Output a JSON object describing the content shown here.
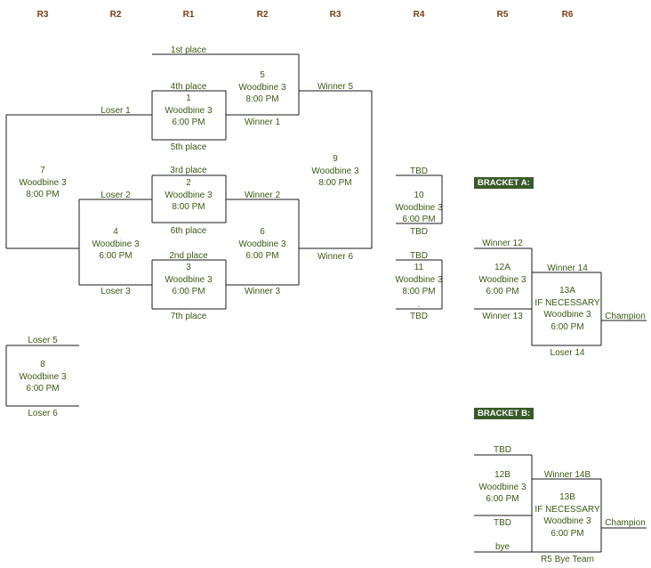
{
  "round_headers": [
    "R3",
    "R2",
    "R1",
    "R2",
    "R3",
    "R4",
    "R5",
    "R6"
  ],
  "labels": {
    "place_1st": "1st place",
    "place_4th": "4th place",
    "place_5th": "5th place",
    "place_3rd": "3rd place",
    "place_6th": "6th place",
    "place_2nd": "2nd place",
    "place_7th": "7th place",
    "loser_1": "Loser 1",
    "loser_2": "Loser 2",
    "loser_3": "Loser 3",
    "loser_5": "Loser 5",
    "loser_6": "Loser 6",
    "winner_1": "Winner 1",
    "winner_2": "Winner 2",
    "winner_3": "Winner 3",
    "winner_5": "Winner 5",
    "winner_6": "Winner 6",
    "tbd_10_top": "TBD",
    "tbd_10_bottom": "TBD",
    "tbd_11_top": "TBD",
    "dot_11": ".",
    "tbd_11_bottom": "TBD",
    "winner_12": "Winner 12",
    "winner_13": "Winner 13",
    "winner_14": "Winner 14",
    "loser_14": "Loser 14",
    "champion_a": "Champion",
    "tbd_12b_top": "TBD",
    "tbd_12b_bottom": "TBD",
    "winner_14b": "Winner 14B",
    "bye": "bye",
    "r5_bye_team": "R5 Bye Team",
    "champion_b": "Champion"
  },
  "brackets": {
    "a": "BRACKET A:",
    "b": "BRACKET B:"
  },
  "games": {
    "g1": [
      "1",
      "Woodbine 3",
      "6:00 PM"
    ],
    "g2": [
      "2",
      "Woodbine 3",
      "8:00 PM"
    ],
    "g3": [
      "3",
      "Woodbine 3",
      "6:00 PM"
    ],
    "g4": [
      "4",
      "Woodbine 3",
      "6:00 PM"
    ],
    "g5": [
      "5",
      "Woodbine 3",
      "8:00 PM"
    ],
    "g6": [
      "6",
      "Woodbine 3",
      "6:00 PM"
    ],
    "g7": [
      "7",
      "Woodbine 3",
      "8:00 PM"
    ],
    "g8": [
      "8",
      "Woodbine 3",
      "6:00 PM"
    ],
    "g9": [
      "9",
      "Woodbine 3",
      "8:00 PM"
    ],
    "g10": [
      "10",
      "Woodbine 3",
      "6:00 PM"
    ],
    "g11": [
      "11",
      "Woodbine 3",
      "8:00 PM"
    ],
    "g12a": [
      "12A",
      "Woodbine 3",
      "6:00 PM"
    ],
    "g13a": [
      "13A",
      "IF NECESSARY",
      "Woodbine 3",
      "6:00 PM"
    ],
    "g12b": [
      "12B",
      "Woodbine 3",
      "6:00 PM"
    ],
    "g13b": [
      "13B",
      "IF NECESSARY",
      "Woodbine 3",
      "6:00 PM"
    ]
  }
}
